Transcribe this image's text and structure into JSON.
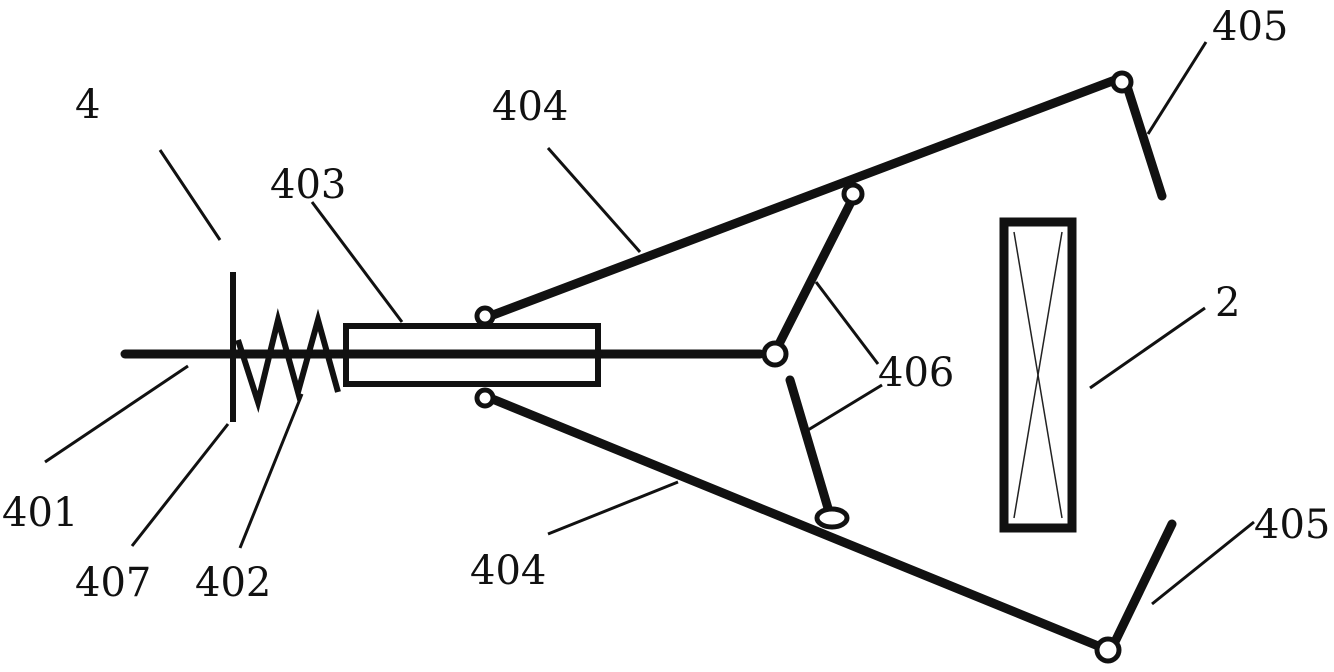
{
  "labels": {
    "l4": "4",
    "l401": "401",
    "l402": "402",
    "l403": "403",
    "l404_top": "404",
    "l404_bottom": "404",
    "l405_top": "405",
    "l405_bottom": "405",
    "l406": "406",
    "l407": "407",
    "l2": "2"
  }
}
